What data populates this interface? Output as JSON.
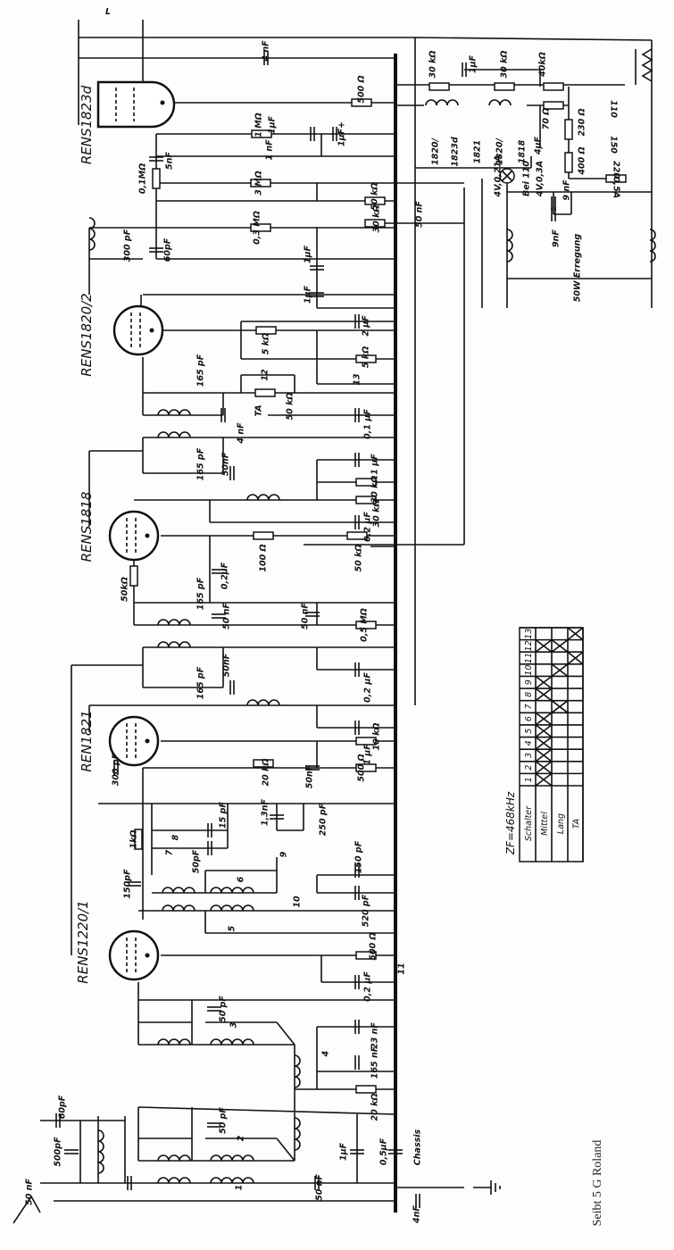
{
  "antenna_label": "L",
  "tubes": [
    "RENS1823d",
    "RENS1820/2",
    "RENS1818",
    "REN1821",
    "RENS1220/1"
  ],
  "components": [
    "4 nF",
    "1µF",
    "30 kΩ",
    "30 kΩ",
    "40kΩ",
    "500 Ω",
    "1 MΩ",
    "1µF",
    "1µF+",
    "1 nF",
    "5nF",
    "0,1MΩ",
    "3 MΩ",
    "50 kΩ",
    "0,3 MΩ",
    "30 kΩ",
    "60pF",
    "1µF",
    "1µF",
    "50 nF",
    "300 pF",
    "2 µF",
    "5 kΩ",
    "5 kΩ",
    "12",
    "13",
    "165 pF",
    "TA",
    "50 kΩ",
    "4 nF",
    "0,1 µF",
    "165 pF",
    "50nF",
    "1 µF",
    "30 kΩ",
    "30 kΩ",
    "0,2 µF",
    "100 Ω",
    "50 kΩ",
    "0,2µF",
    "50kΩ",
    "165 pF",
    "50 nF",
    "50 nF",
    "0,5 MΩ",
    "165 pF",
    "50nF",
    "0,2 µF",
    "10 kΩ",
    "1 µF",
    "20 kΩ",
    "50nF",
    "500 Ω",
    "300 pF",
    "1kΩ",
    "150pF",
    "8",
    "7",
    "15 pF",
    "50pF",
    "1,3nF",
    "250 pF",
    "9",
    "6",
    "10",
    "150 pF",
    "520 pF",
    "5",
    "500 Ω",
    "11",
    "0,2 µF",
    "50 pF",
    "3",
    "23 nF",
    "4",
    "165 nF",
    "20 kΩ",
    "50 pF",
    "2",
    "1µF",
    "0,5µF",
    "Chassis",
    "60pF",
    "500pF",
    "50 nF",
    "50 nF",
    "4nF",
    "1",
    "1820/",
    "1823d",
    "1821",
    "1820/",
    "1818",
    "70 Ω",
    "230 Ω",
    "400 Ω",
    "4µF",
    "4V,0,21A",
    "Bei 110",
    "4V,0,3A",
    "9 nF",
    "9nF",
    "50W Erregung",
    "110",
    "150",
    "220",
    "0,5A"
  ],
  "zf_label": "ZF=468kHz",
  "switch_table": {
    "header": "Schalter",
    "numbers": [
      "1",
      "2",
      "3",
      "4",
      "5",
      "6",
      "7",
      "8",
      "9",
      "10",
      "11",
      "12",
      "13"
    ],
    "rows": [
      {
        "label": "Mittel",
        "crossed": [
          1,
          2,
          3,
          4,
          5,
          6,
          8,
          9,
          12
        ]
      },
      {
        "label": "Lang",
        "crossed": [
          7,
          10,
          12
        ]
      },
      {
        "label": "TA",
        "crossed": [
          11,
          13
        ]
      }
    ]
  },
  "caption": "Seibt 5 G Roland"
}
